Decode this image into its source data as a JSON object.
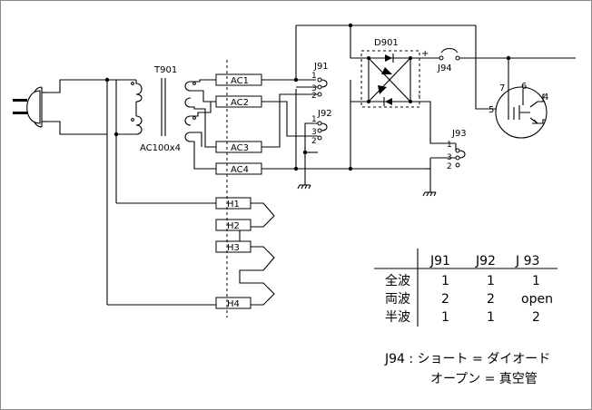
{
  "labels": {
    "transformer": "T901",
    "transformer_rating": "AC100x4",
    "diode_bridge": "D901",
    "plus": "+",
    "minus": "-",
    "ac1": "AC1",
    "ac2": "AC2",
    "ac3": "AC3",
    "ac4": "AC4",
    "h1": "H1",
    "h2": "H2",
    "h3": "H3",
    "h4": "H4",
    "j91": "J91",
    "j92": "J92",
    "j93": "J93",
    "j94": "J94",
    "pin1": "1",
    "pin2": "2",
    "pin3": "3",
    "tube_pin4": "4",
    "tube_pin5": "5",
    "tube_pin6": "6",
    "tube_pin7": "7"
  },
  "table": {
    "headers": [
      "J91",
      "J92",
      "J 93"
    ],
    "rows": [
      {
        "mode": "全波",
        "j91": "1",
        "j92": "1",
        "j93": "1"
      },
      {
        "mode": "両波",
        "j91": "2",
        "j92": "2",
        "j93": "open"
      },
      {
        "mode": "半波",
        "j91": "1",
        "j92": "1",
        "j93": "2"
      }
    ]
  },
  "note": {
    "line1": "J94 : ショート = ダイオード",
    "line2": "オープン = 真空管"
  }
}
